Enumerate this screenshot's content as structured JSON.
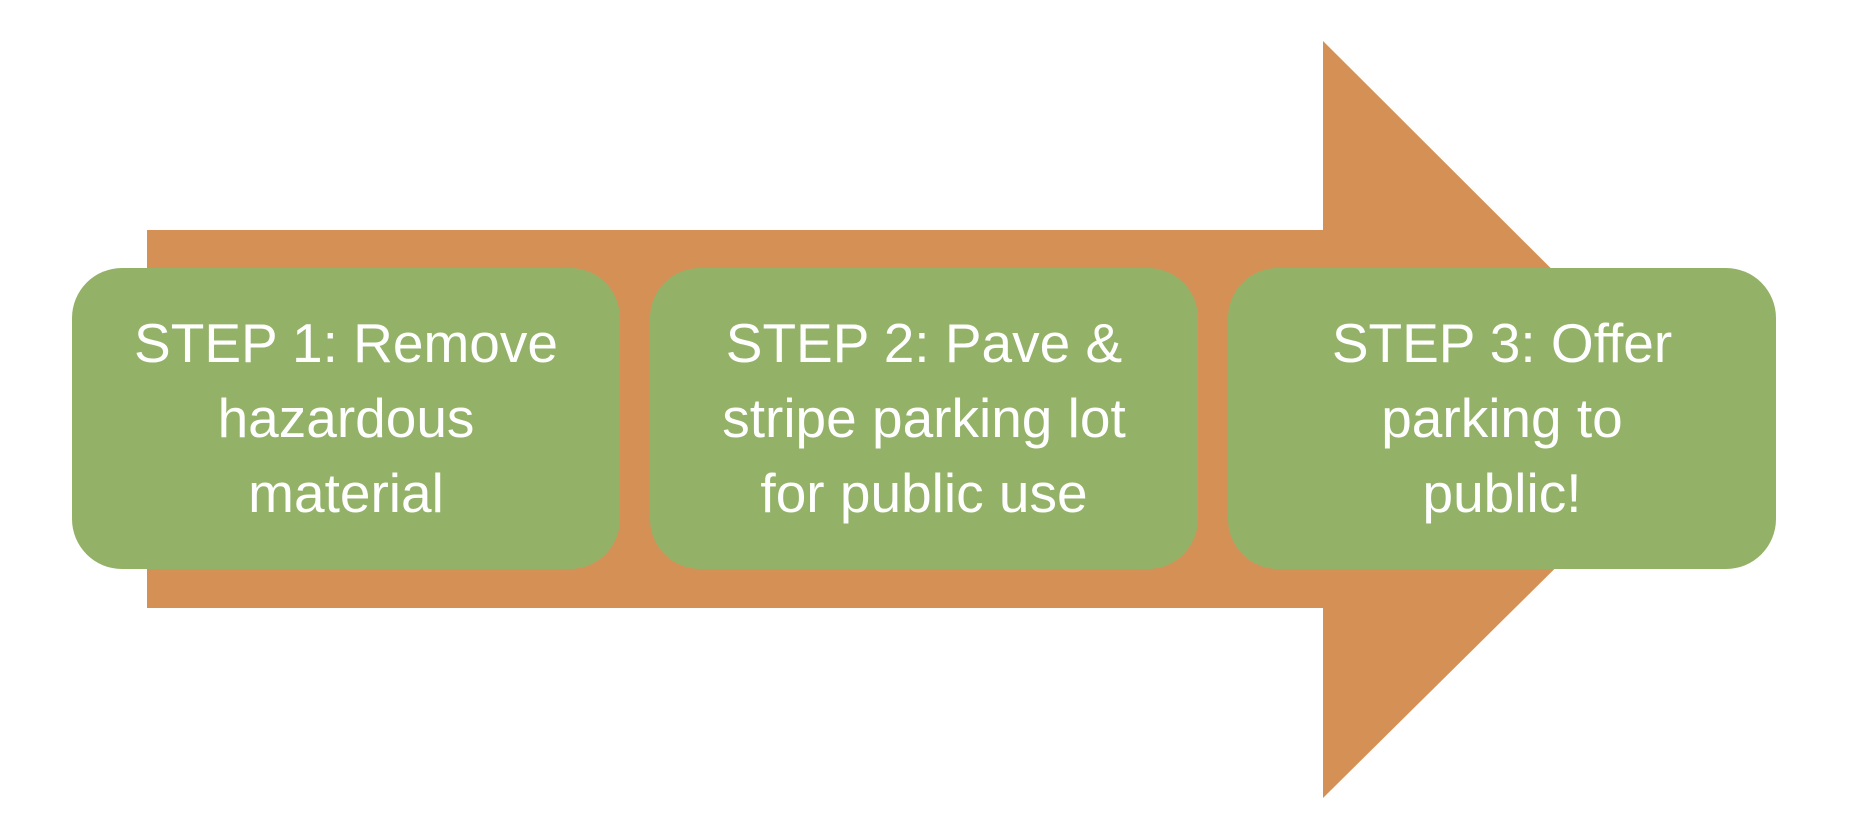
{
  "colors": {
    "arrow": "#D59155",
    "step_box": "#93B268",
    "step_text": "#FFFFFF",
    "background": "#FFFFFF"
  },
  "steps": [
    {
      "label": "STEP 1: Remove\nhazardous\nmaterial"
    },
    {
      "label": "STEP 2: Pave &\nstripe parking lot\nfor public use"
    },
    {
      "label": "STEP 3: Offer\nparking to\npublic!"
    }
  ]
}
